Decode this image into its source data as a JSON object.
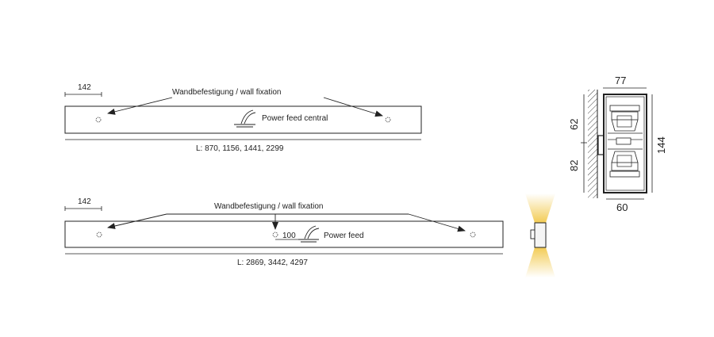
{
  "top_drawing": {
    "offset": "142",
    "fixation": "Wandbefestigung / wall fixation",
    "power": "Power feed central",
    "lengths": "L: 870, 1156, 1441, 2299"
  },
  "bottom_drawing": {
    "offset": "142",
    "fixation": "Wandbefestigung / wall fixation",
    "power_offset": "100",
    "power": "Power feed",
    "lengths": "L: 2869, 3442, 4297"
  },
  "section": {
    "width_top": "77",
    "width_bottom": "60",
    "height_total": "144",
    "height_upper": "62",
    "height_lower": "82"
  },
  "colors": {
    "line": "#222222",
    "light": "#f2c94c"
  }
}
